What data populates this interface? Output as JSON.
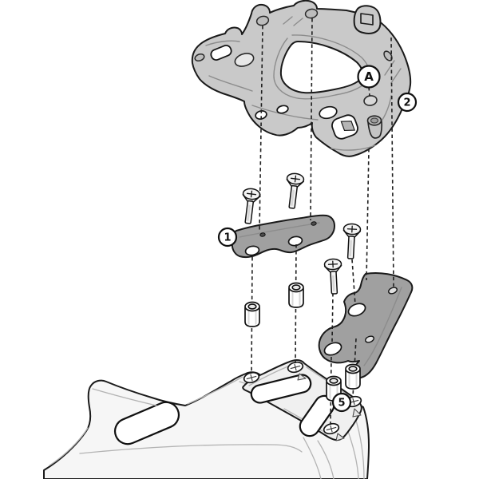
{
  "diagram": {
    "type": "exploded-assembly-diagram",
    "callouts": {
      "a": "A",
      "n1": "1",
      "n2": "2",
      "n5": "5"
    },
    "parts": [
      {
        "callout": "2",
        "name": "monorack-top-plate"
      },
      {
        "callout": "A",
        "name": "reference-hole"
      },
      {
        "callout": "1",
        "name": "front-mounting-bracket"
      },
      {
        "callout": "",
        "name": "rear-mounting-bracket"
      },
      {
        "callout": "5",
        "name": "spacer-bushing"
      },
      {
        "callout": "",
        "name": "countersunk-screw"
      },
      {
        "callout": "",
        "name": "motorcycle-tail-rack"
      }
    ],
    "colors": {
      "plate_fill": "#c9c9c9",
      "bracket_fill": "#a0a0a0",
      "tail_fill": "#f6f6f6",
      "rack_fill": "#f0f0f0",
      "outline": "#1a1a1a",
      "background": "#ffffff"
    }
  }
}
